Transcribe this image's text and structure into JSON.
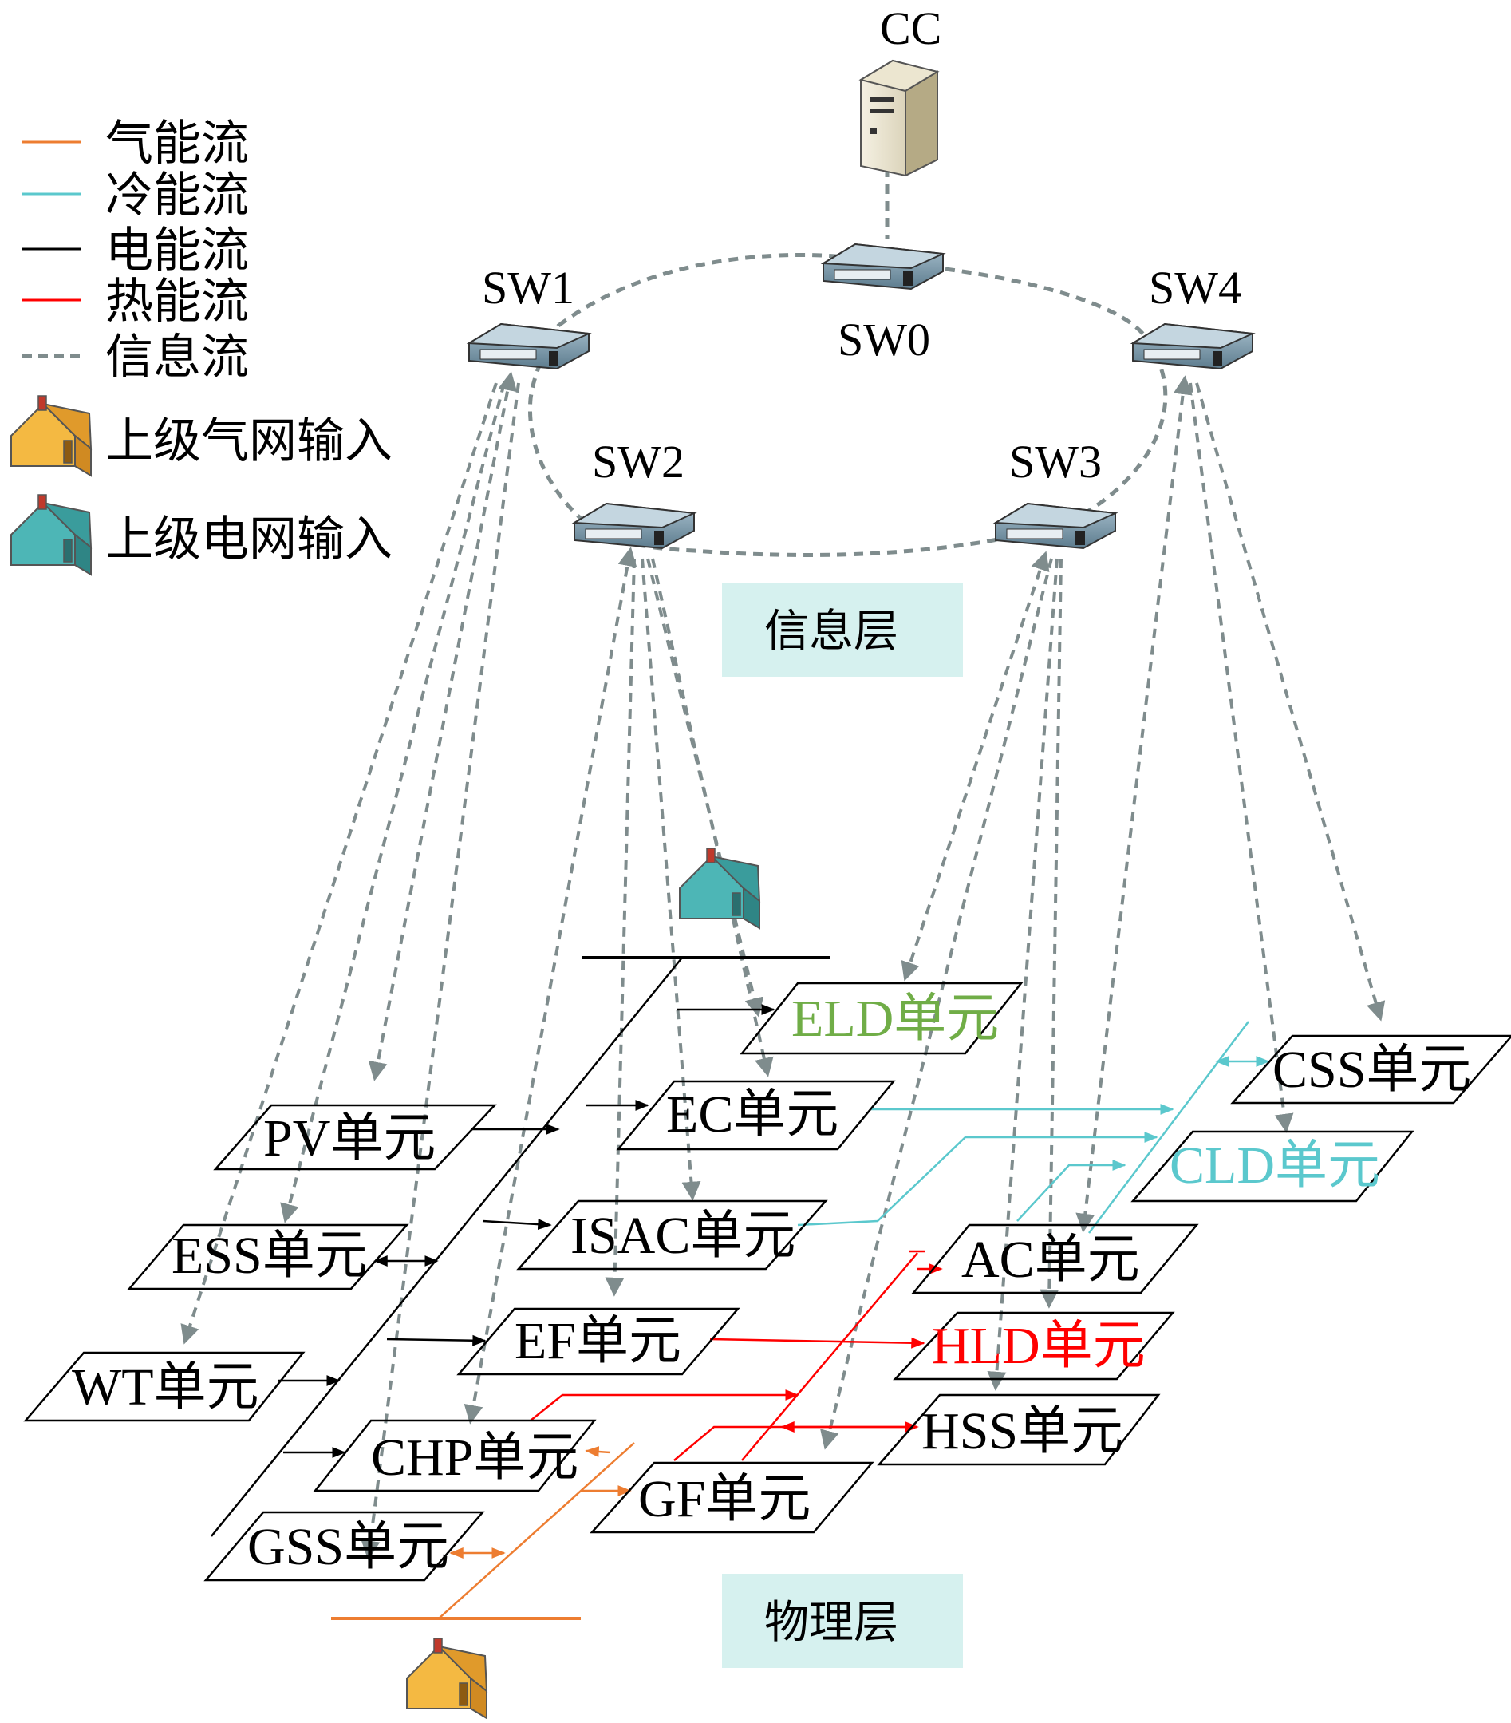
{
  "colors": {
    "gas": "#ed7d31",
    "cold": "#5bc8cd",
    "electric": "#000000",
    "heat": "#ff0000",
    "info": "#7f8c8d",
    "layer_box": "#d6f1ef",
    "house_gas": "#f4b942",
    "house_grid": "#4db6b6",
    "green_text": "#70ad47"
  },
  "legend": [
    {
      "key": "gas",
      "label": "气能流",
      "style": "line",
      "color": "#ed7d31"
    },
    {
      "key": "cold",
      "label": "冷能流",
      "style": "line",
      "color": "#5bc8cd"
    },
    {
      "key": "electric",
      "label": "电能流",
      "style": "line",
      "color": "#000000"
    },
    {
      "key": "heat",
      "label": "热能流",
      "style": "line",
      "color": "#ff0000"
    },
    {
      "key": "info",
      "label": "信息流",
      "style": "dashed",
      "color": "#7f8c8d"
    },
    {
      "key": "gas_input",
      "label": "上级气网输入",
      "style": "house",
      "icon": "house-gas-icon"
    },
    {
      "key": "grid_input",
      "label": "上级电网输入",
      "style": "house",
      "icon": "house-grid-icon"
    }
  ],
  "info_layer": {
    "label": "信息层",
    "cc": {
      "label": "CC",
      "icon": "server-icon"
    },
    "switches": [
      {
        "id": "SW0",
        "label": "SW0",
        "icon": "switch-icon"
      },
      {
        "id": "SW1",
        "label": "SW1",
        "icon": "switch-icon"
      },
      {
        "id": "SW2",
        "label": "SW2",
        "icon": "switch-icon"
      },
      {
        "id": "SW3",
        "label": "SW3",
        "icon": "switch-icon"
      },
      {
        "id": "SW4",
        "label": "SW4",
        "icon": "switch-icon"
      }
    ]
  },
  "physical_layer": {
    "label": "物理层",
    "units": [
      {
        "id": "ELD",
        "label": "ELD单元",
        "color": "#70ad47"
      },
      {
        "id": "PV",
        "label": "PV单元",
        "color": "#000000"
      },
      {
        "id": "EC",
        "label": "EC单元",
        "color": "#000000"
      },
      {
        "id": "CSS",
        "label": "CSS单元",
        "color": "#000000"
      },
      {
        "id": "CLD",
        "label": "CLD单元",
        "color": "#5bc8cd"
      },
      {
        "id": "ISAC",
        "label": "ISAC单元",
        "color": "#000000"
      },
      {
        "id": "ESS",
        "label": "ESS单元",
        "color": "#000000"
      },
      {
        "id": "AC",
        "label": "AC单元",
        "color": "#000000"
      },
      {
        "id": "EF",
        "label": "EF单元",
        "color": "#000000"
      },
      {
        "id": "HLD",
        "label": "HLD单元",
        "color": "#ff0000"
      },
      {
        "id": "WT",
        "label": "WT单元",
        "color": "#000000"
      },
      {
        "id": "HSS",
        "label": "HSS单元",
        "color": "#000000"
      },
      {
        "id": "CHP",
        "label": "CHP单元",
        "color": "#000000"
      },
      {
        "id": "GF",
        "label": "GF单元",
        "color": "#000000"
      },
      {
        "id": "GSS",
        "label": "GSS单元",
        "color": "#000000"
      }
    ]
  }
}
